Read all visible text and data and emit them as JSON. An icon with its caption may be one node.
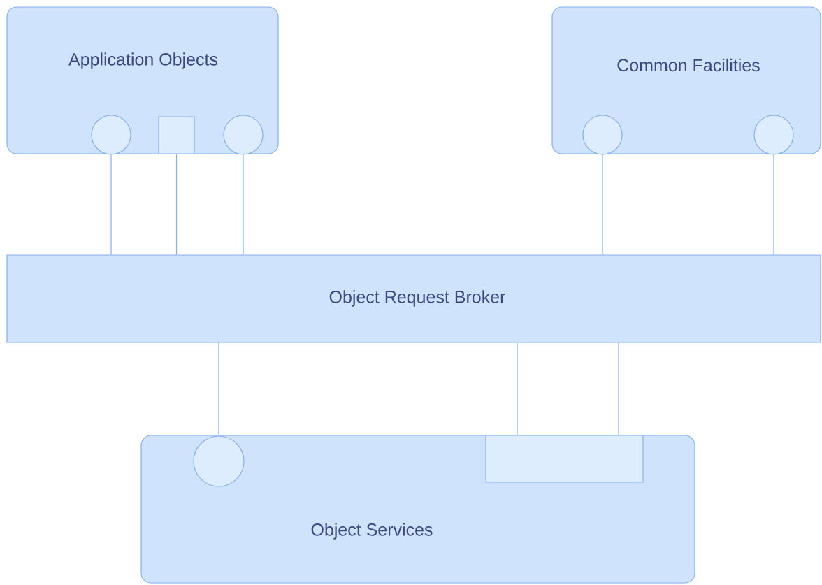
{
  "diagram": {
    "nodes": [
      {
        "text": [
          "Application Objects"
        ]
      },
      {
        "text": [],
        "shape": "circle",
        "in": 0
      },
      {
        "text": [],
        "shape": "box",
        "in": 0
      },
      {
        "text": [],
        "shape": "circle",
        "in": 0
      },
      {
        "text": [
          "Common Facilities"
        ]
      },
      {
        "text": [],
        "shape": "circle",
        "in": 4
      },
      {
        "text": [],
        "shape": "circle",
        "in": 4
      },
      {
        "text": [
          "Object Request Broker"
        ]
      },
      {
        "text": [
          "Object Services"
        ]
      },
      {
        "text": [],
        "shape": "circle",
        "in": 8
      },
      {
        "text": [],
        "shape": "box",
        "in": 8
      }
    ],
    "edges": [
      {
        "from": 1,
        "to": 7,
        "arrow": "none"
      },
      {
        "from": 2,
        "to": 7,
        "arrow": "none"
      },
      {
        "from": 3,
        "to": 7,
        "arrow": "none"
      },
      {
        "from": 5,
        "to": 7,
        "arrow": "none"
      },
      {
        "from": 6,
        "to": 7,
        "arrow": "none"
      },
      {
        "from": 7,
        "to": 9,
        "arrow": "none"
      },
      {
        "from": 7,
        "to": 10,
        "arrow": "none"
      },
      {
        "from": 7,
        "to": 10,
        "arrow": "none"
      }
    ]
  }
}
